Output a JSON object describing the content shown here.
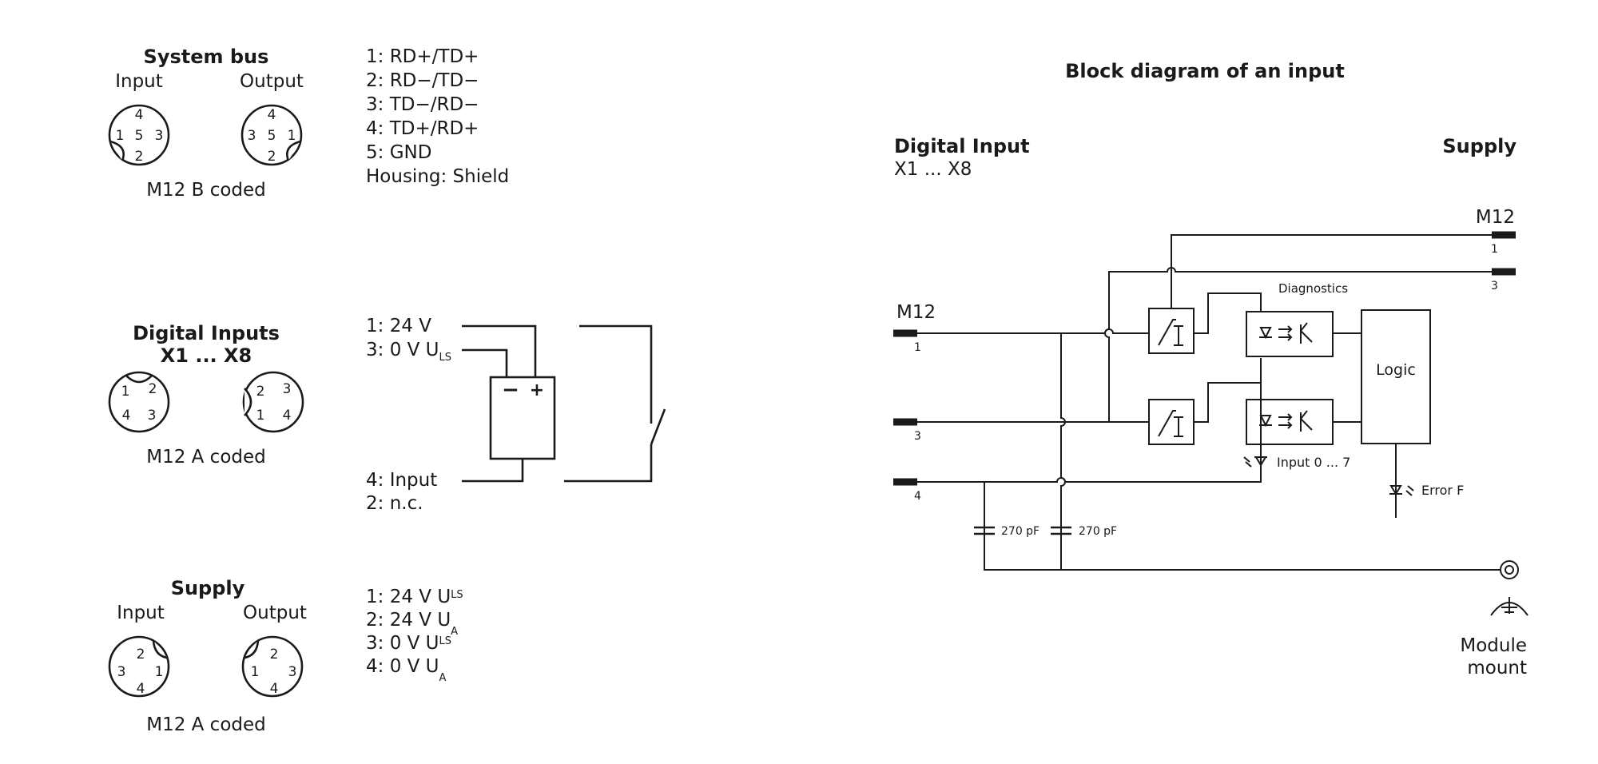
{
  "system_bus": {
    "title": "System bus",
    "input_label": "Input",
    "output_label": "Output",
    "input_pins": [
      "4",
      "1",
      "5",
      "3",
      "2"
    ],
    "output_pins": [
      "4",
      "3",
      "5",
      "1",
      "2"
    ],
    "coding": "M12 B coded",
    "pinout": [
      "1: RD+/TD+",
      "2: RD−/TD−",
      "3: TD−/RD−",
      "4: TD+/RD+",
      "5: GND",
      "Housing: Shield"
    ]
  },
  "digital_inputs": {
    "title_line1": "Digital Inputs",
    "title_line2": "X1 ... X8",
    "left_pins": [
      "1",
      "2",
      "4",
      "3"
    ],
    "right_pins": [
      "2",
      "3",
      "1",
      "4"
    ],
    "coding": "M12 A coded",
    "pin1": "1: 24 V",
    "pin3": "3: 0 V U",
    "pin3_sub": "LS",
    "pin4": "4: Input",
    "pin2": "2: n.c.",
    "minus": "−",
    "plus": "+"
  },
  "supply_left": {
    "title": "Supply",
    "input_label": "Input",
    "output_label": "Output",
    "input_pins": [
      "2",
      "3",
      "1",
      "4"
    ],
    "output_pins": [
      "2",
      "1",
      "3",
      "4"
    ],
    "coding": "M12 A coded",
    "pinout": [
      {
        "main": "1: 24 V U",
        "sub": "LS"
      },
      {
        "main": "2: 24 V U",
        "sub": "A"
      },
      {
        "main": "3: 0 V U",
        "sub": "LS"
      },
      {
        "main": "4: 0 V U",
        "sub": "A"
      }
    ]
  },
  "block_diagram": {
    "title": "Block diagram of an input",
    "digital_input_title": "Digital Input",
    "digital_input_range": "X1 ... X8",
    "supply_title": "Supply",
    "m12_left": "M12",
    "m12_right": "M12",
    "pin1": "1",
    "pin3": "3",
    "pin4": "4",
    "supply_pin1": "1",
    "supply_pin3": "3",
    "diagnostics": "Diagnostics",
    "logic": "Logic",
    "input_led": "Input 0 ... 7",
    "error_led": "Error F",
    "cap1": "270 pF",
    "cap2": "270 pF",
    "module_mount_line1": "Module",
    "module_mount_line2": "mount"
  }
}
